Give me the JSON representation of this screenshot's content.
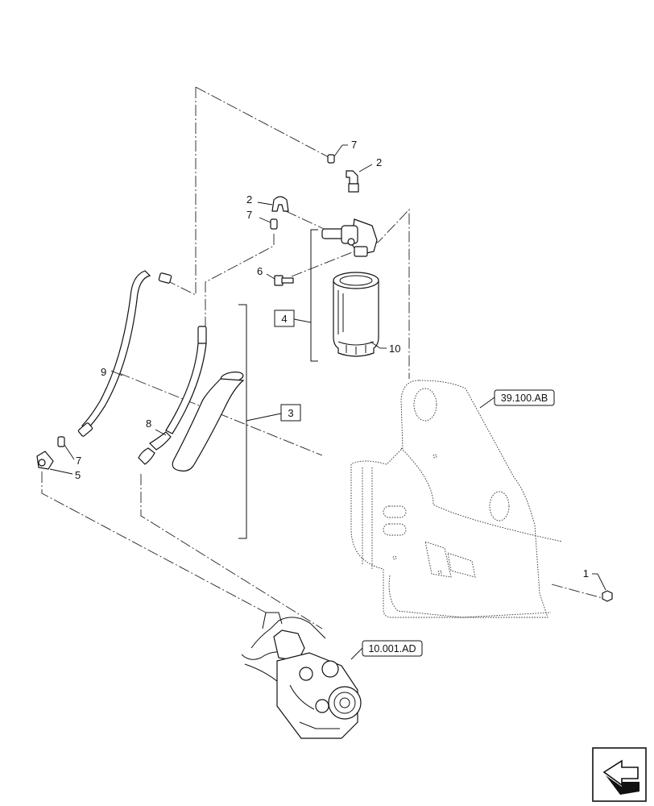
{
  "callouts": {
    "c1": "1",
    "c2a": "2",
    "c2b": "2",
    "c3": "3",
    "c4": "4",
    "c5": "5",
    "c6": "6",
    "c7a": "7",
    "c7b": "7",
    "c7c": "7",
    "c8": "8",
    "c9": "9",
    "c10": "10"
  },
  "references": {
    "panel": "39.100.AB",
    "pump": "10.001.AD"
  },
  "icons": {
    "nav": "next-page-arrow-icon"
  }
}
